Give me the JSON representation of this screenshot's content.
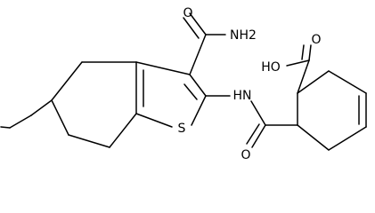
{
  "molecule": {
    "labels": {
      "amide_nh2": "NH2",
      "amide_oxygen": "O",
      "acid_oh": "HO",
      "acid_oxygen": "O",
      "amide_nh": "HN",
      "thiophene_sulfur": "S",
      "linker_oxygen": "O"
    }
  },
  "colors": {
    "background": "#ffffff",
    "bond": "#000000",
    "text": "#000000"
  }
}
